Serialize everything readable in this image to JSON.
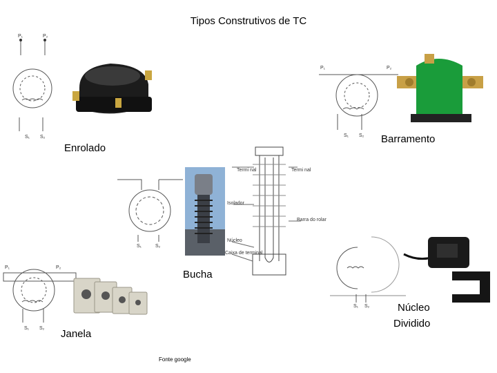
{
  "slide": {
    "title": "Tipos Construtivos de TC",
    "source": "Fonte google"
  },
  "sections": {
    "enrolado": {
      "label": "Enrolado",
      "p1": "P₁",
      "p2": "P₂",
      "s1": "S₁",
      "s2": "S₂"
    },
    "barramento": {
      "label": "Barramento",
      "p1": "P₁",
      "p2": "P₂",
      "s1": "S₁",
      "s2": "S₂"
    },
    "bucha": {
      "label": "Bucha",
      "s1": "S₁",
      "s2": "S₂",
      "callouts": {
        "terminal_left": "Termi nal",
        "terminal_right": "Termi nal",
        "isolador": "Isolador",
        "barra": "Barra do rolar",
        "nucleo": "Núcleo",
        "caixa": "Caixa de terminal"
      }
    },
    "janela": {
      "label": "Janela",
      "p1": "P₁",
      "p2": "P₂",
      "s1": "S₁",
      "s2": "S₂"
    },
    "nucleo_dividido": {
      "label_line1": "Núcleo",
      "label_line2": "Dividido",
      "s1": "S₁",
      "s2": "S₂"
    }
  }
}
